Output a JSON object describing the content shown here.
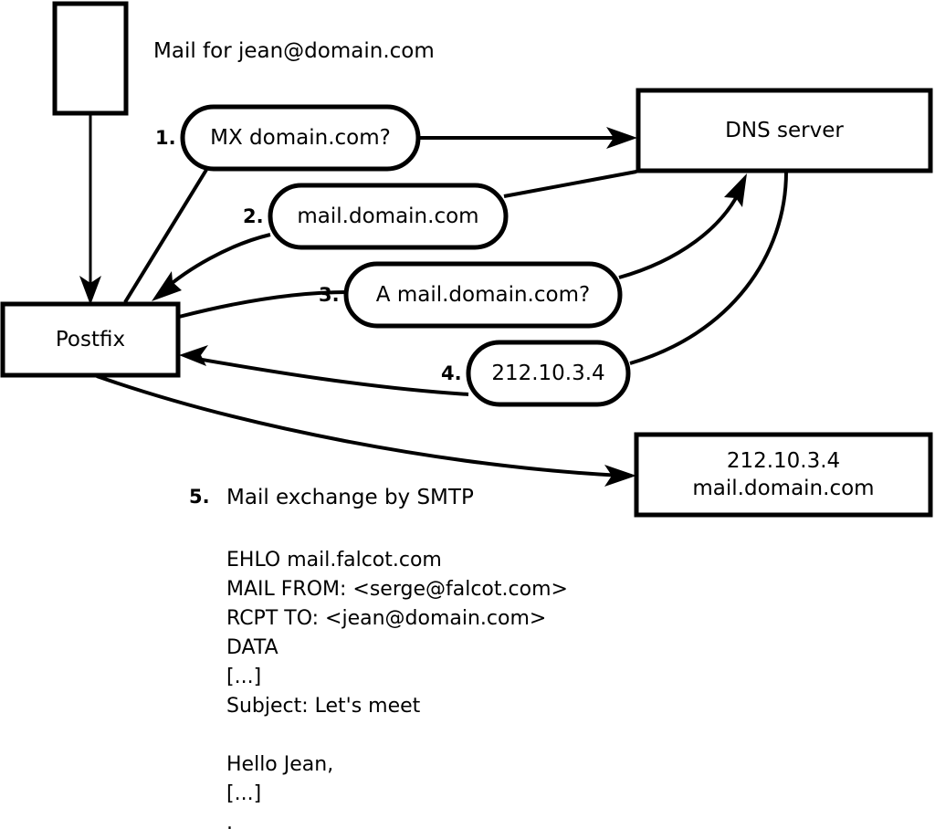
{
  "diagram": {
    "title_caption": "Mail for jean@domain.com",
    "nodes": {
      "source_box": {
        "label": ""
      },
      "postfix": {
        "label": "Postfix"
      },
      "dns_server": {
        "label": "DNS server"
      },
      "destination": {
        "line1": "212.10.3.4",
        "line2": "mail.domain.com"
      }
    },
    "steps": [
      {
        "number": "1.",
        "label": "MX domain.com?"
      },
      {
        "number": "2.",
        "label": "mail.domain.com"
      },
      {
        "number": "3.",
        "label": "A mail.domain.com?"
      },
      {
        "number": "4.",
        "label": "212.10.3.4"
      },
      {
        "number": "5.",
        "label": "Mail exchange by SMTP"
      }
    ],
    "smtp_transcript": [
      "EHLO mail.falcot.com",
      "MAIL FROM: <serge@falcot.com>",
      "RCPT TO: <jean@domain.com>",
      "DATA",
      "[...]",
      "Subject: Let's meet",
      "",
      "Hello Jean,",
      "[...]",
      "."
    ],
    "colors": {
      "stroke": "#000000",
      "fill": "#ffffff",
      "text": "#000000"
    }
  }
}
